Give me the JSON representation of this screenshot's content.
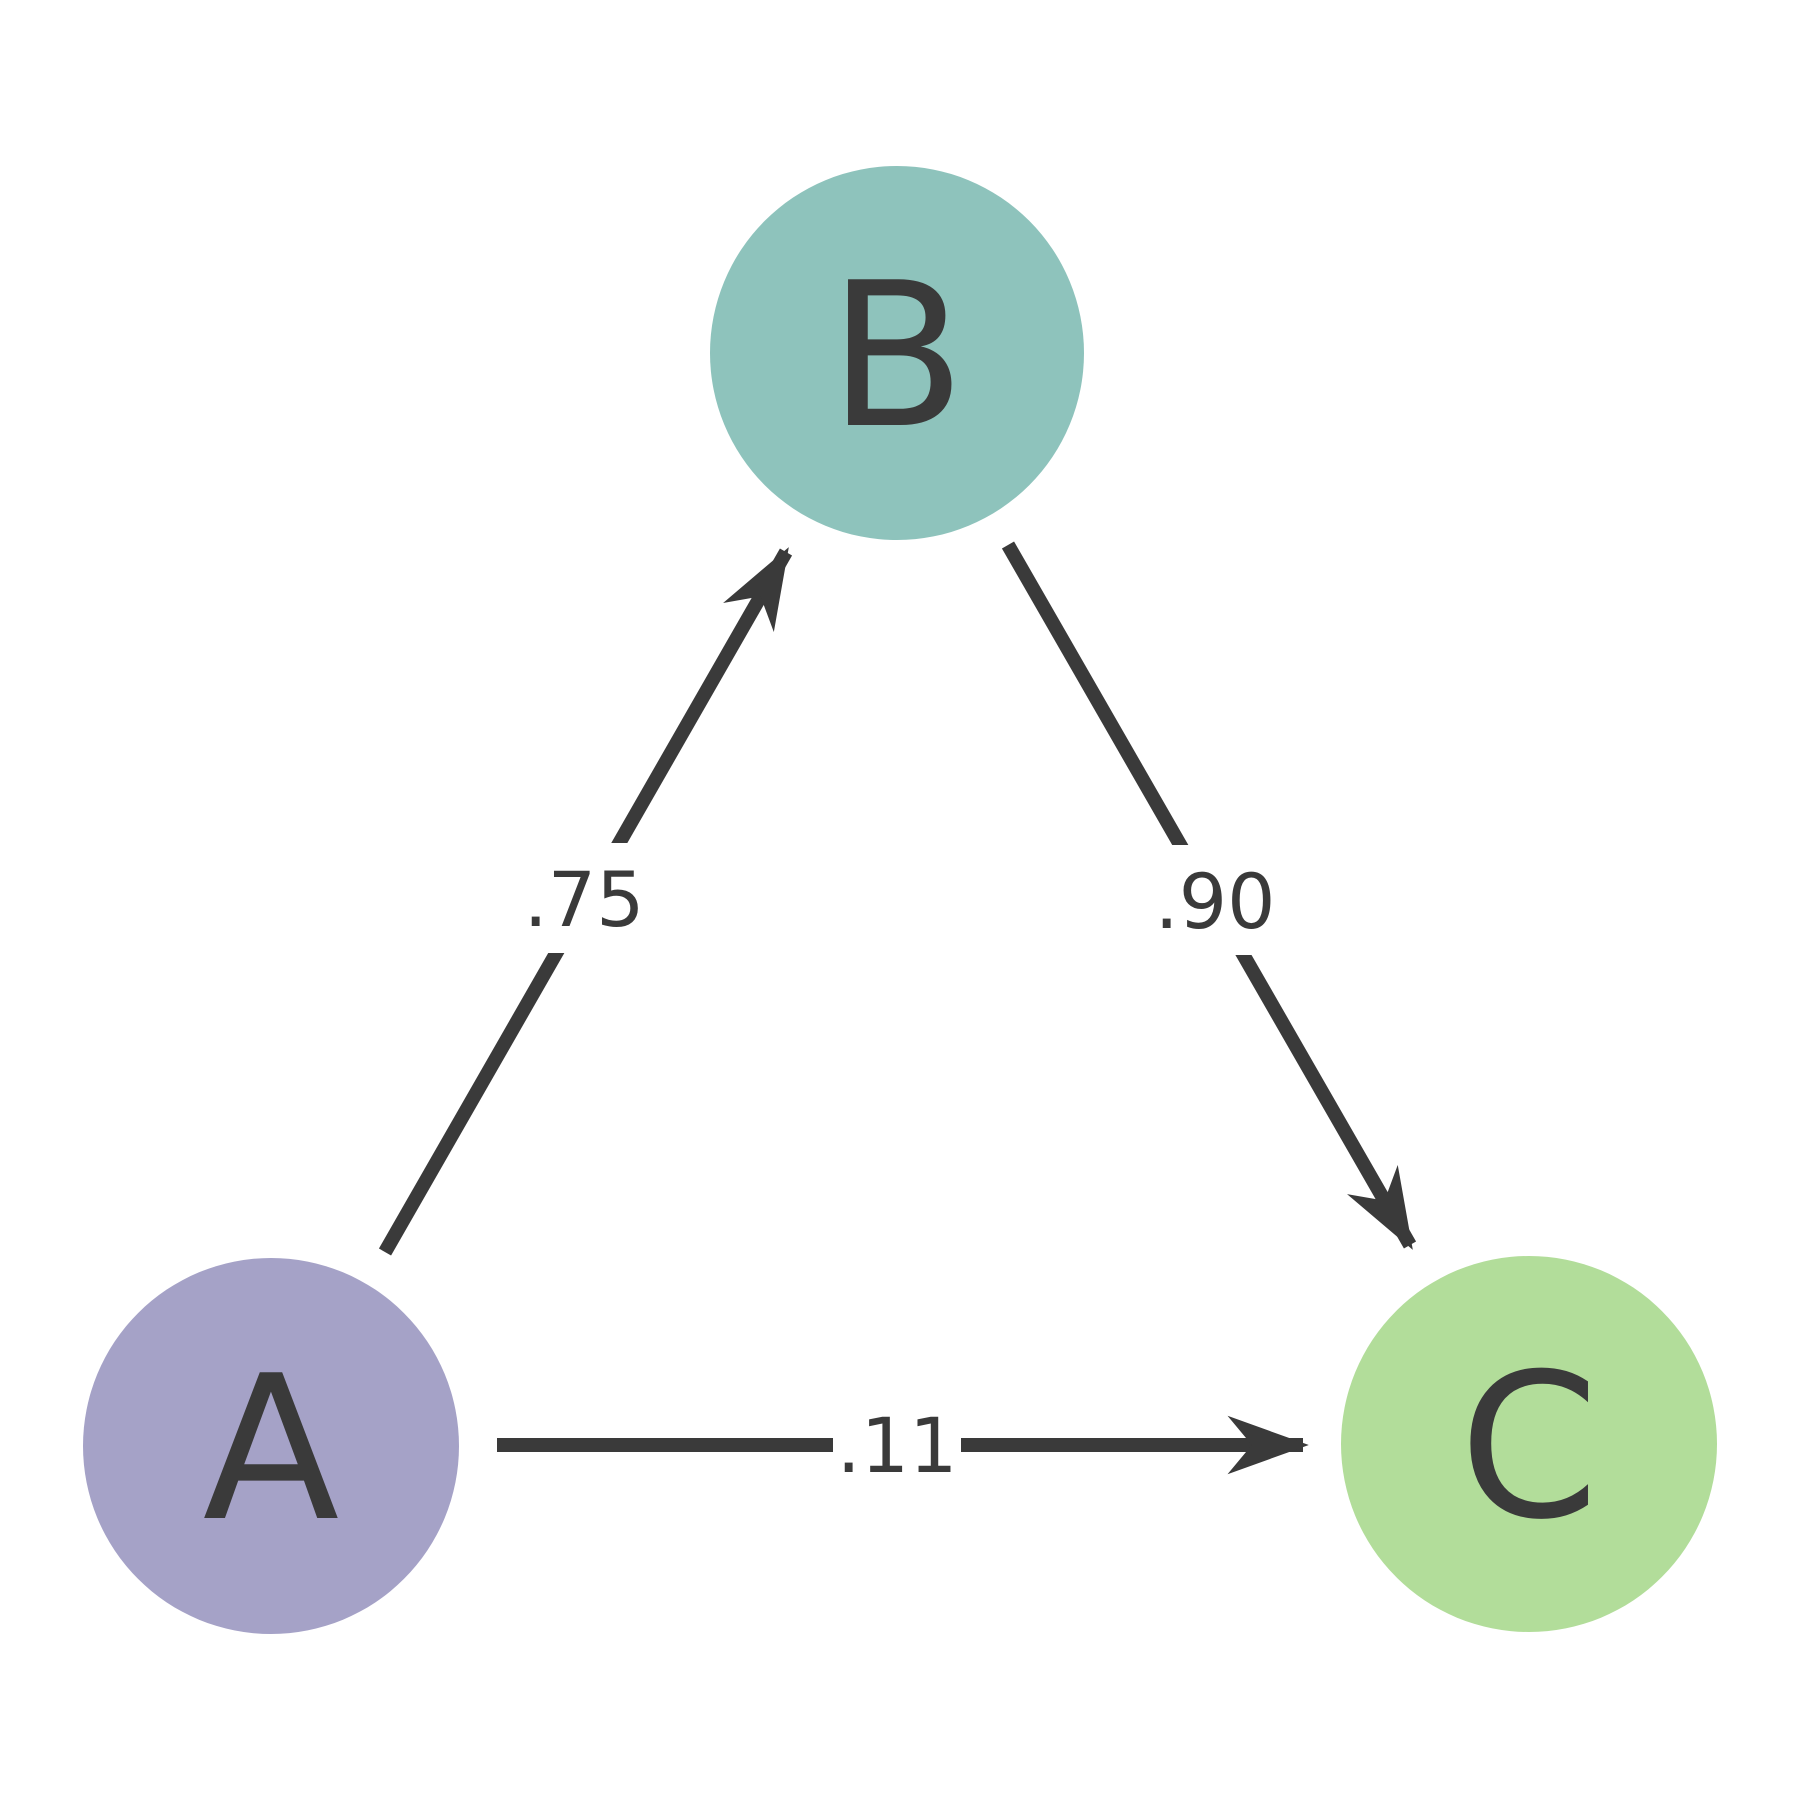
{
  "diagram": {
    "title": "three-node directed graph",
    "background_color": "#ffffff",
    "edge_color": "#3a3a3a",
    "text_color": "#3a3a3a",
    "nodes": [
      {
        "id": "A",
        "label": "A",
        "position": "bottom-left",
        "fill_color": "#a5a2c7"
      },
      {
        "id": "B",
        "label": "B",
        "position": "top-center",
        "fill_color": "#8ec3bc"
      },
      {
        "id": "C",
        "label": "C",
        "position": "bottom-right",
        "fill_color": "#b2dd9a"
      }
    ],
    "edges": [
      {
        "from": "A",
        "to": "B",
        "weight": ".75"
      },
      {
        "from": "B",
        "to": "C",
        "weight": ".90"
      },
      {
        "from": "A",
        "to": "C",
        "weight": ".11"
      }
    ]
  }
}
